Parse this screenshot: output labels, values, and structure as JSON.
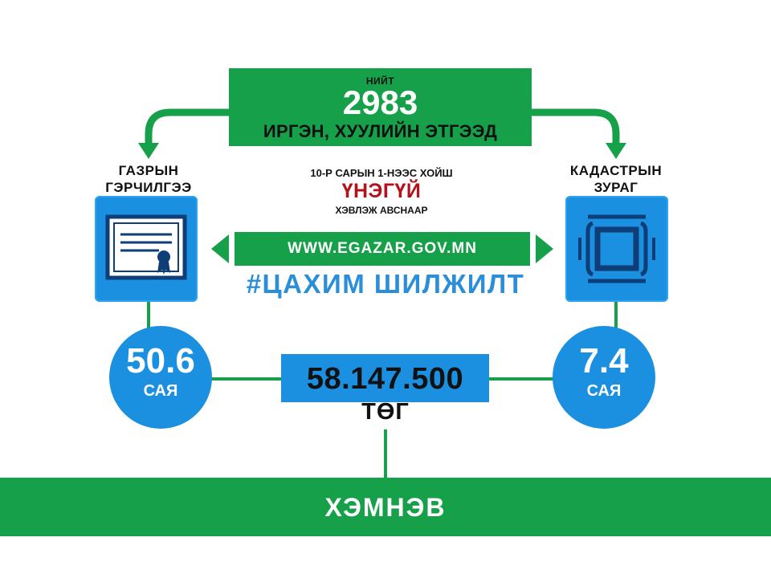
{
  "top_box": {
    "small_label": "НИЙТ",
    "count": "2983",
    "subtitle": "ИРГЭН, ХУУЛИЙН ЭТГЭЭД"
  },
  "left_panel": {
    "label_line1": "ГАЗРЫН",
    "label_line2": "ГЭРЧИЛГЭЭ",
    "icon": "certificate-icon",
    "value": "50.6",
    "unit": "САЯ"
  },
  "right_panel": {
    "label_line1": "КАДАСТРЫН",
    "label_line2": "ЗУРАГ",
    "icon": "cadastral-map-icon",
    "value": "7.4",
    "unit": "САЯ"
  },
  "middle": {
    "line1": "10-Р САРЫН 1-НЭЭС ХОЙШ",
    "line2": "ҮНЭГҮЙ",
    "line3": "ХЭВЛЭЖ АВСНААР",
    "url": "WWW.EGAZAR.GOV.MN",
    "hashtag": "#ЦАХИМ ШИЛЖИЛТ"
  },
  "savings": {
    "amount": "58.147.500",
    "currency": "ТӨГ"
  },
  "bottom": {
    "label": "ХЭМНЭВ"
  },
  "colors": {
    "green": "#17a04a",
    "blue": "#1b8fe0",
    "hashtag_blue": "#2a8fd8",
    "red": "#b3121b"
  }
}
